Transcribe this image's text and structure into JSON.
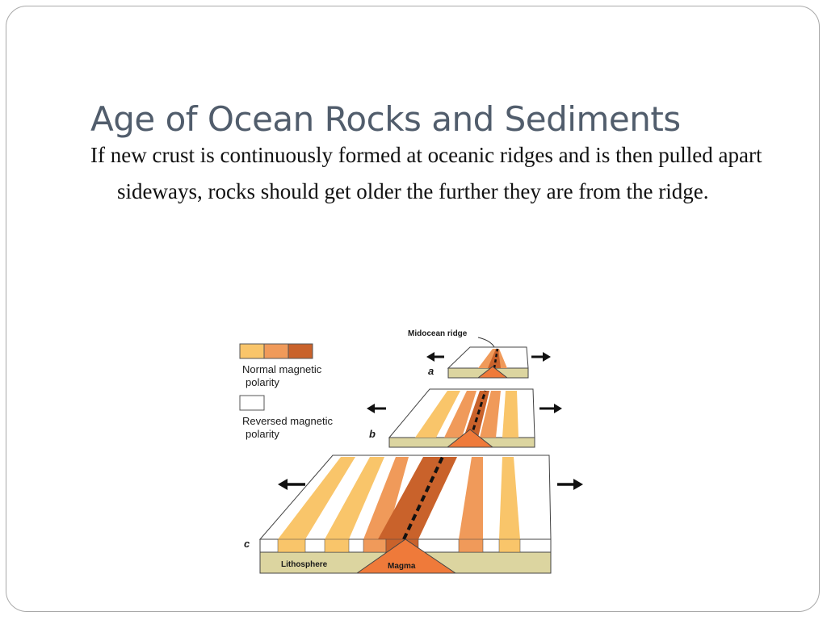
{
  "slide": {
    "title": "Age of Ocean Rocks and Sediments",
    "body": "If new crust is continuously formed at oceanic ridges and is then pulled apart sideways, rocks should get older the further they are from the ridge."
  },
  "figure": {
    "ridge_label": "Midocean ridge",
    "legend": {
      "normal_line1": "Normal magnetic",
      "normal_line2": "polarity",
      "reversed_line1": "Reversed magnetic",
      "reversed_line2": "polarity"
    },
    "panel_labels": [
      "a",
      "b",
      "c"
    ],
    "lithosphere_label": "Lithosphere",
    "magma_label": "Magma",
    "colors": {
      "young": "#c9622b",
      "middle": "#f09a5a",
      "old": "#f9c56a",
      "reversed": "#ffffff",
      "lithosphere": "#dcd5a0",
      "magma": "#ef7a3a"
    }
  }
}
